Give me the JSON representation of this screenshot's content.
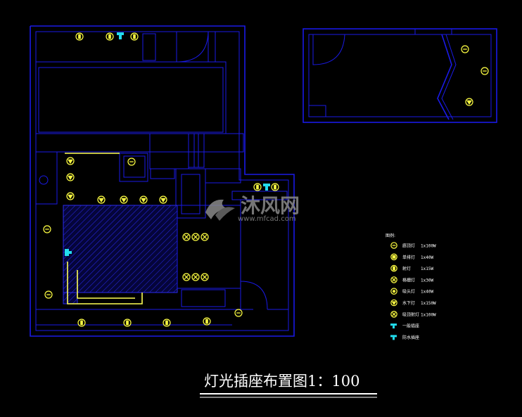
{
  "title": "灯光插座布置图1：100",
  "watermark": {
    "brand": "沐风网",
    "url": "www.mfcad.com"
  },
  "legend": {
    "heading": "图例:",
    "items": [
      {
        "symbol": "line",
        "label": "廊顶灯",
        "spec": "1x100W"
      },
      {
        "symbol": "square",
        "label": "单排灯",
        "spec": "1x40W"
      },
      {
        "symbol": "bar",
        "label": "射灯",
        "spec": "1x15W"
      },
      {
        "symbol": "cross",
        "label": "格栅灯",
        "spec": "1x30W"
      },
      {
        "symbol": "dot",
        "label": "吸头灯",
        "spec": "1x40W"
      },
      {
        "symbol": "tri",
        "label": "水下灯",
        "spec": "1x150W"
      },
      {
        "symbol": "cross2",
        "label": "吸顶射灯",
        "spec": "1x100W"
      },
      {
        "symbol": "socket1",
        "label": "一般插座",
        "spec": ""
      },
      {
        "symbol": "socket2",
        "label": "防水插座",
        "spec": ""
      }
    ]
  },
  "colors": {
    "wall": "#1a1ae6",
    "lamp": "#ffff44",
    "socket": "#22ddee",
    "background": "#000000"
  }
}
